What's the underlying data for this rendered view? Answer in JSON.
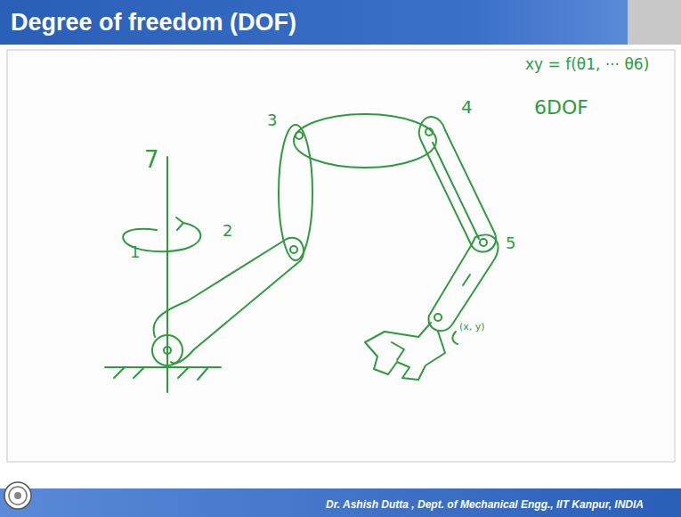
{
  "diagram": {
    "title": "Degree of freedom (DOF)",
    "caption": "Dr. Ashish Dutta , Dept. of Mechanical Engg., IIT Kanpur, INDIA",
    "labels": [
      "7",
      "1",
      "2",
      "3",
      "4",
      "5",
      "(x, y)",
      "xy = f(θ1, ··· θ6)",
      "6DOF"
    ]
  }
}
